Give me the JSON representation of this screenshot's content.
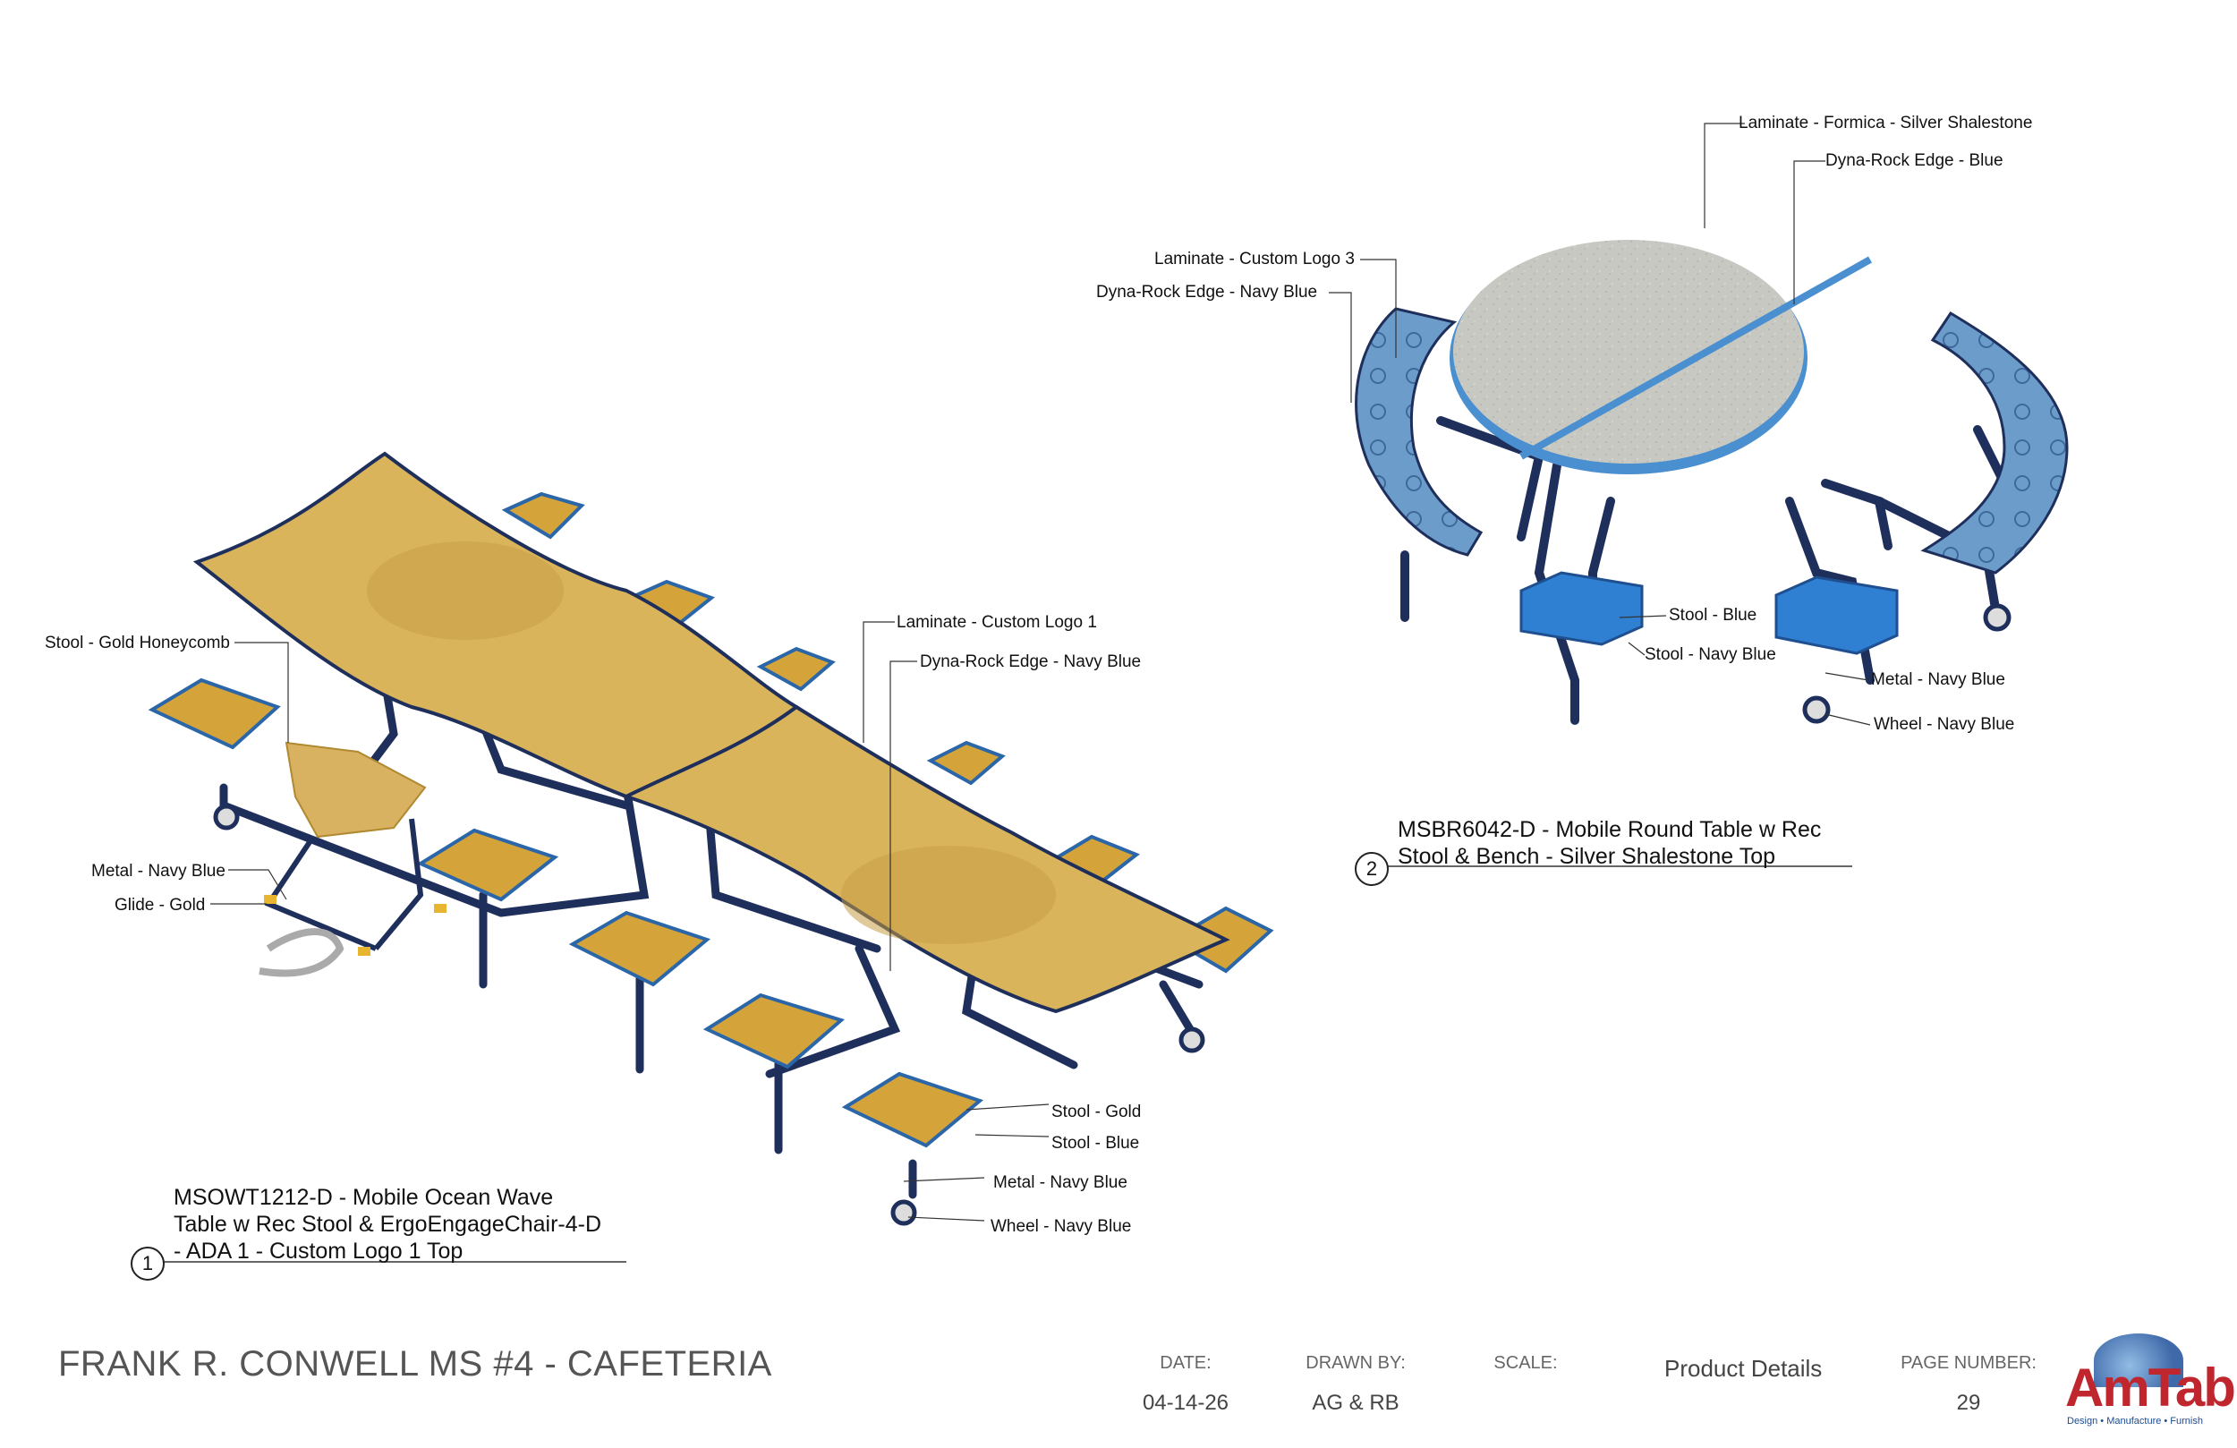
{
  "colors": {
    "gold_top": "#d9b45a",
    "gold_stool": "#d4a33a",
    "navy_frame": "#1f2f5c",
    "blue_stool": "#2f7fd2",
    "silver_top": "#c9c9c4",
    "bench_blue": "#5b8fc4",
    "brand_red": "#c0262d"
  },
  "table1": {
    "callouts": {
      "stool_gold_honeycomb": "Stool - Gold Honeycomb",
      "metal_navy": "Metal - Navy Blue",
      "glide_gold": "Glide - Gold",
      "laminate_logo1": "Laminate - Custom Logo 1",
      "edge_navy": "Dyna-Rock Edge - Navy Blue",
      "stool_gold": "Stool - Gold",
      "stool_blue": "Stool - Blue",
      "metal_navy_2": "Metal - Navy Blue",
      "wheel_navy": "Wheel - Navy Blue"
    },
    "number": "1",
    "description_lines": [
      "MSOWT1212-D - Mobile Ocean Wave",
      "Table w Rec Stool & ErgoEngageChair-4-D",
      "- ADA 1 - Custom Logo 1 Top"
    ]
  },
  "table2": {
    "callouts": {
      "laminate_formica": "Laminate - Formica - Silver Shalestone",
      "edge_blue": "Dyna-Rock Edge - Blue",
      "laminate_logo3": "Laminate - Custom Logo 3",
      "edge_navy": "Dyna-Rock Edge - Navy Blue",
      "stool_blue": "Stool - Blue",
      "stool_navy": "Stool - Navy Blue",
      "metal_navy": "Metal - Navy Blue",
      "wheel_navy": "Wheel - Navy Blue"
    },
    "number": "2",
    "description_lines": [
      "MSBR6042-D - Mobile Round Table w Rec",
      "Stool & Bench - Silver Shalestone Top"
    ]
  },
  "footer": {
    "project_title": "FRANK R. CONWELL MS #4 - CAFETERIA",
    "date_label": "DATE:",
    "date_value": "04-14-26",
    "drawn_by_label": "DRAWN BY:",
    "drawn_by_value": "AG & RB",
    "scale_label": "SCALE:",
    "scale_value": "",
    "sheet_title": "Product Details",
    "page_number_label": "PAGE NUMBER:",
    "page_number_value": "29"
  },
  "logo": {
    "text": "AmTab",
    "tagline": "Design • Manufacture • Furnish"
  }
}
